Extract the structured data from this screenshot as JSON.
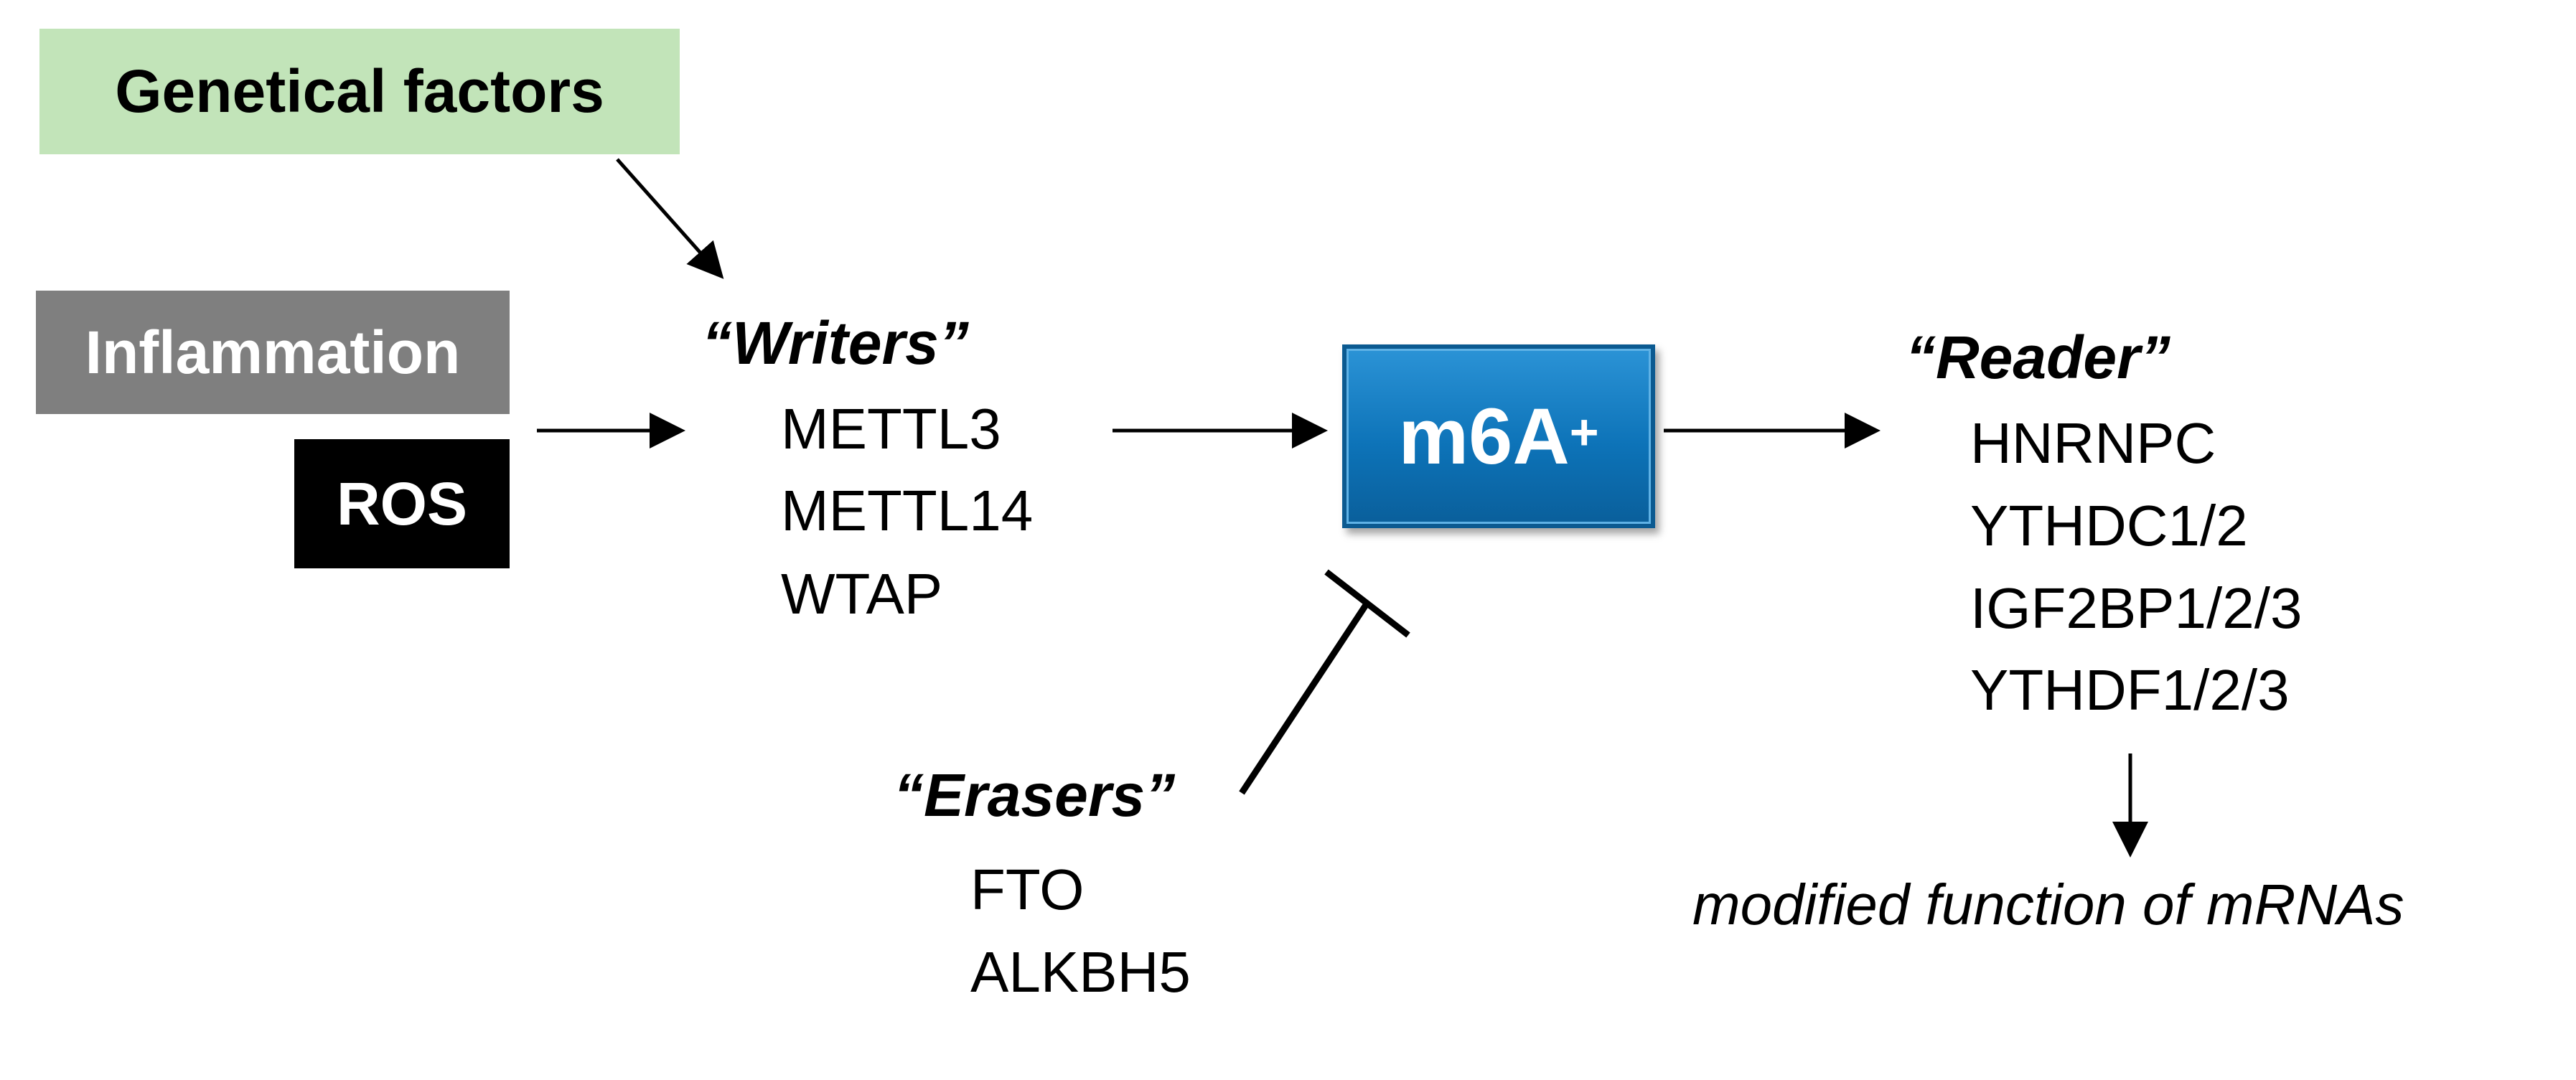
{
  "genetical_factors": "Genetical factors",
  "inflammation": "Inflammation",
  "ros": "ROS",
  "writers": {
    "heading": "“Writers”",
    "items": [
      "METTL3",
      "METTL14",
      "WTAP"
    ]
  },
  "m6a": {
    "label": "m6A",
    "superscript": "+"
  },
  "erasers": {
    "heading": "“Erasers”",
    "items": [
      "FTO",
      "ALKBH5"
    ]
  },
  "reader": {
    "heading": "“Reader”",
    "items": [
      "HNRNPC",
      "YTHDC1/2",
      "IGF2BP1/2/3",
      "YTHDF1/2/3"
    ]
  },
  "outcome": "modified function of mRNAs",
  "colors": {
    "genetical_box": "#c2e4b9",
    "inflammation_box": "#7f7f7f",
    "ros_box": "#000000",
    "m6a_box": "#0d73b8"
  }
}
